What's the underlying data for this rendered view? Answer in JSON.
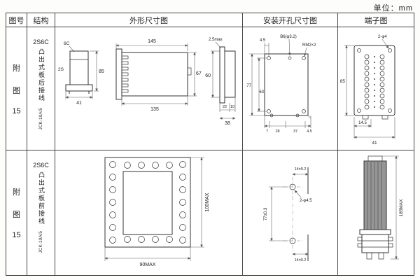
{
  "page": {
    "unit": "单位：mm"
  },
  "headers": {
    "fig": "图号",
    "structure": "结构",
    "outline": "外形尺寸图",
    "mounting": "安装开孔尺寸图",
    "terminal": "端子图"
  },
  "rows": [
    {
      "fig": {
        "char1": "附",
        "char2": "图",
        "num": "15"
      },
      "structure": {
        "code": "2S6C",
        "text": "凸出式板后接线",
        "model": "JCK-10A/5"
      },
      "outline": {
        "front": {
          "label_top": "6C",
          "label_side": "2S",
          "height": "85",
          "width": "41"
        },
        "side": {
          "top": "145",
          "bottom": "135",
          "height": "67"
        },
        "rear": {
          "thickness": "2.5max",
          "height": "60",
          "seg1": "22",
          "seg2": "10",
          "total": "38"
        }
      },
      "mounting": {
        "offset_top": "4.5",
        "hole": "B6(φ3.2)",
        "screw": "RM2×2",
        "height_outer": "77",
        "height_inner": "63",
        "seg1": "7",
        "seg2": "28",
        "seg3": "37",
        "seg4": "4.5"
      },
      "terminal": {
        "hole": "2-φ4",
        "height": "85",
        "width_part": "14.5",
        "width": "41"
      }
    },
    {
      "fig": {
        "char1": "附",
        "char2": "图",
        "num": "15"
      },
      "structure": {
        "code": "2S6C",
        "text": "凸出式板前接线",
        "model": "JCK-10A/5"
      },
      "outline": {
        "height": "100MAX",
        "width": "90MAX"
      },
      "mounting": {
        "offset_top": "14±0.2",
        "hole": "2-φ4.5",
        "height": "77±0.3",
        "offset_bottom": "14±0.2"
      },
      "terminal": {
        "height": "185MAX"
      }
    }
  ]
}
